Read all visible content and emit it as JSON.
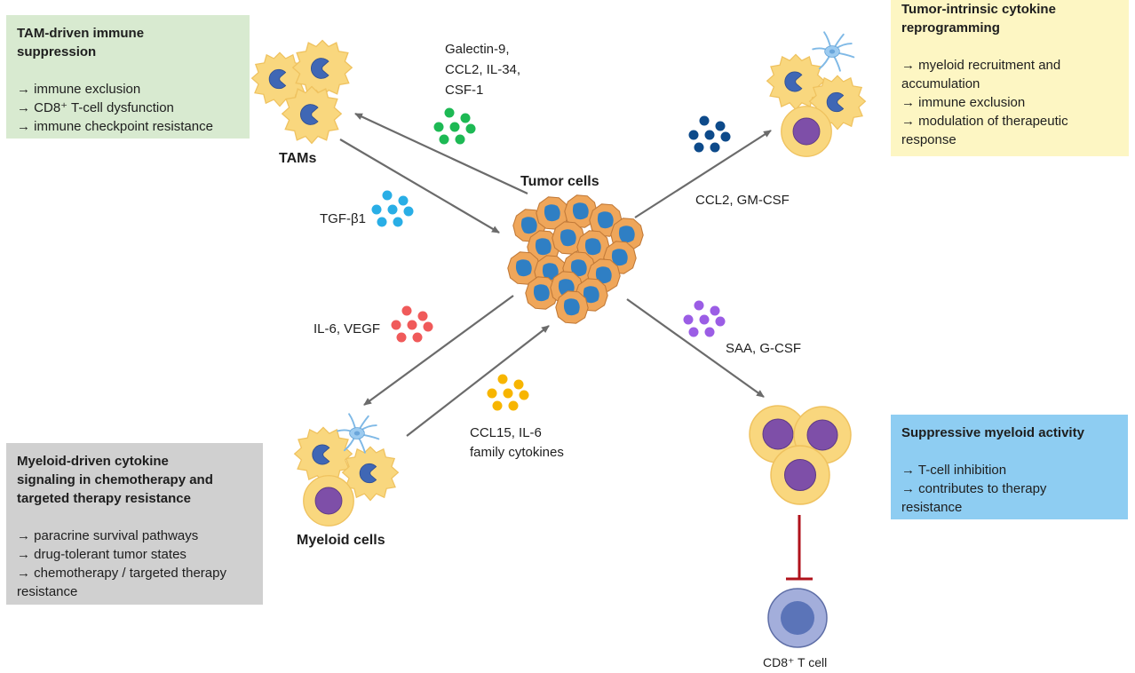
{
  "boxes": {
    "tam": {
      "title_line1": "TAM-driven immune",
      "title_line2": "suppression",
      "items": [
        "→ immune exclusion",
        "→ CD8⁺ T-cell dysfunction",
        "→ immune checkpoint resistance"
      ],
      "color": "#d8ead0"
    },
    "tumor_intrinsic": {
      "title_line1": "Tumor-intrinsic cytokine",
      "title_line2": "reprogramming",
      "items": [
        "→ myeloid recruitment and",
        "accumulation",
        "→ immune exclusion",
        "→ modulation of therapeutic",
        "response"
      ],
      "color": "#fdf6c3"
    },
    "myeloid_driven": {
      "title_line1": "Myeloid-driven cytokine",
      "title_line2": "signaling in chemotherapy and",
      "title_line3": "targeted therapy resistance",
      "items": [
        "→ paracrine survival pathways",
        "→ drug-tolerant tumor states",
        "→ chemotherapy / targeted therapy",
        "resistance"
      ],
      "color": "#d0d0d0"
    },
    "suppressive": {
      "title_line1": "Suppressive myeloid activity",
      "items": [
        "→ T-cell inhibition",
        "→ contributes to therapy",
        "resistance"
      ],
      "color": "#8ecdf2"
    }
  },
  "cells": {
    "tams": "TAMs",
    "tumor": "Tumor cells",
    "myeloid": "Myeloid cells",
    "cd8": "CD8⁺ T cell"
  },
  "cytokines": {
    "galectin": {
      "line1": "Galectin-9,",
      "line2": "CCL2, IL-34,",
      "line3": "CSF-1",
      "color": "#1db954"
    },
    "tgf": {
      "label": "TGF-β1",
      "color": "#29aee6"
    },
    "il6_vegf": {
      "label": "IL-6, VEGF",
      "color": "#f05a5a"
    },
    "ccl15": {
      "line1": "CCL15, IL-6",
      "line2": "family cytokines",
      "color": "#f7b500"
    },
    "ccl2_gmcsf": {
      "label": "CCL2, GM-CSF",
      "color": "#0d4a8a"
    },
    "saa_gcsf": {
      "label": "SAA, G-CSF",
      "color": "#9b5de5"
    }
  },
  "colors": {
    "arrow": "#6b6b6b",
    "inhibition": "#b0121b",
    "tam_body": "#f9d77e",
    "tam_nucleus": "#3f67b5",
    "tumor_body": "#efa65a",
    "tumor_nucleus": "#2f7fc4",
    "myeloid_nucleus": "#7e4fa8",
    "dendritic": "#7fb9e6",
    "tcell_outer": "#a3aedb",
    "tcell_inner": "#5b74b8"
  }
}
